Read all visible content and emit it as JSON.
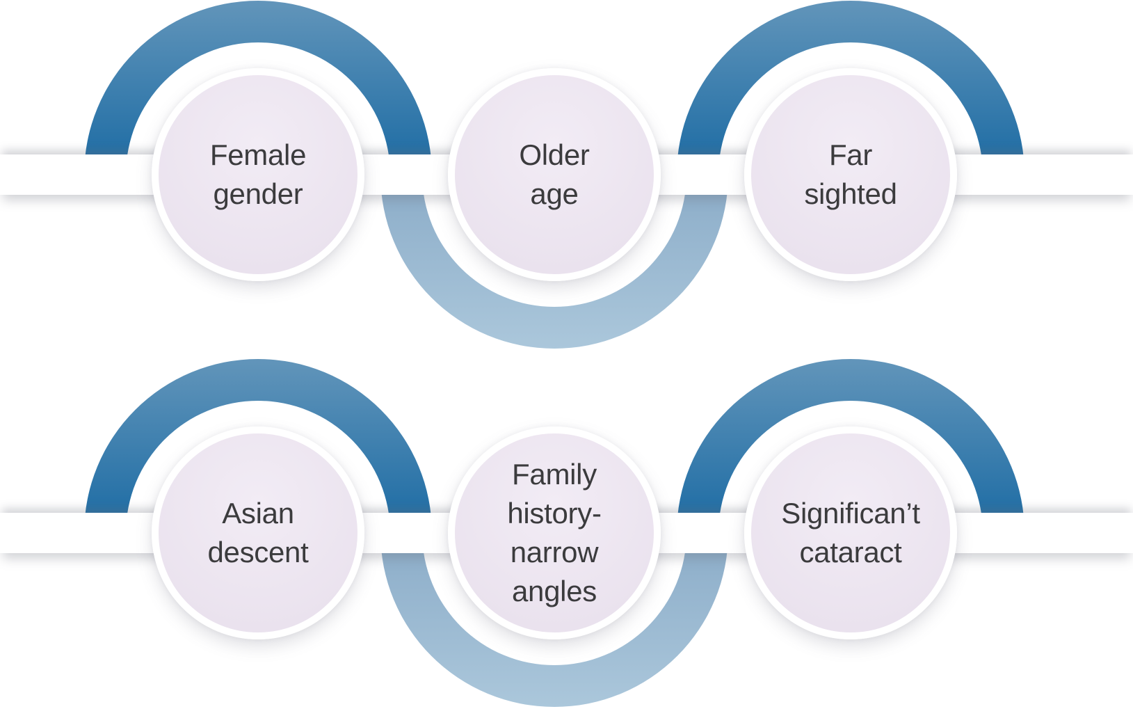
{
  "diagram": {
    "description": "Two-row chain diagram of six risk-factor circles linked by alternating blue semicircular arcs over a white ribbon",
    "colors": {
      "background": "#ffffff",
      "ribbon": "#ffffff",
      "arc_dark_bottom": "#1a6aa3",
      "arc_dark_top": "#6295ba",
      "arc_light_top": "#8bacc8",
      "arc_light_bottom": "#abc7db",
      "circle_fill": "#eae2ee",
      "text": "#3b3b3d"
    },
    "rows": [
      {
        "items": [
          {
            "label": "Female\ngender",
            "arc": "dark-arc-above"
          },
          {
            "label": "Older\nage",
            "arc": "light-arc-below"
          },
          {
            "label": "Far\nsighted",
            "arc": "dark-arc-above"
          }
        ]
      },
      {
        "items": [
          {
            "label": "Asian\ndescent",
            "arc": "dark-arc-above"
          },
          {
            "label": "Family\nhistory-\nnarrow\nangles",
            "arc": "light-arc-below"
          },
          {
            "label": "Significan’t\ncataract",
            "arc": "dark-arc-above"
          }
        ]
      }
    ]
  }
}
